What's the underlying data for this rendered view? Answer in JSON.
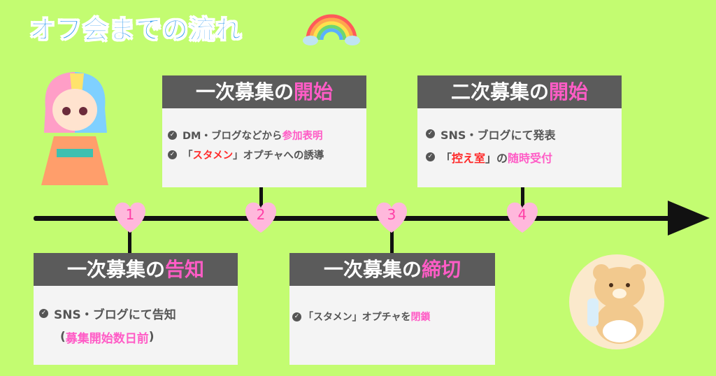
{
  "title": "オフ会までの流れ",
  "colors": {
    "background": "#c3fc71",
    "header": "#5b5b5b",
    "accent_pink": "#ff5cc6",
    "accent_red": "#ff2a2a",
    "title_blue": "#3a9ff0"
  },
  "steps": [
    {
      "number": "1",
      "title_main": "一次募集の",
      "title_accent": "告知",
      "lines": [
        {
          "text": "SNS・ブログにて告知"
        }
      ],
      "note_open": "(",
      "note_accent": "募集開始数日前",
      "note_close": ")"
    },
    {
      "number": "2",
      "title_main": "一次募集の",
      "title_accent": "開始",
      "lines": [
        {
          "pre": "DM・ブログなどから",
          "accent": "参加表明"
        },
        {
          "pre": "「",
          "accent": "スタメン",
          "post": "」オプチャへの誘導"
        }
      ]
    },
    {
      "number": "3",
      "title_main": "一次募集の",
      "title_accent": "締切",
      "lines": [
        {
          "pre": "「スタメン」オプチャを",
          "accent": "閉鎖"
        }
      ]
    },
    {
      "number": "4",
      "title_main": "二次募集の",
      "title_accent": "開始",
      "lines": [
        {
          "text": "SNS・ブログにて発表"
        },
        {
          "pre": "「",
          "accent": "控え室",
          "post": "」の",
          "accent2": "随時受付"
        }
      ]
    }
  ]
}
